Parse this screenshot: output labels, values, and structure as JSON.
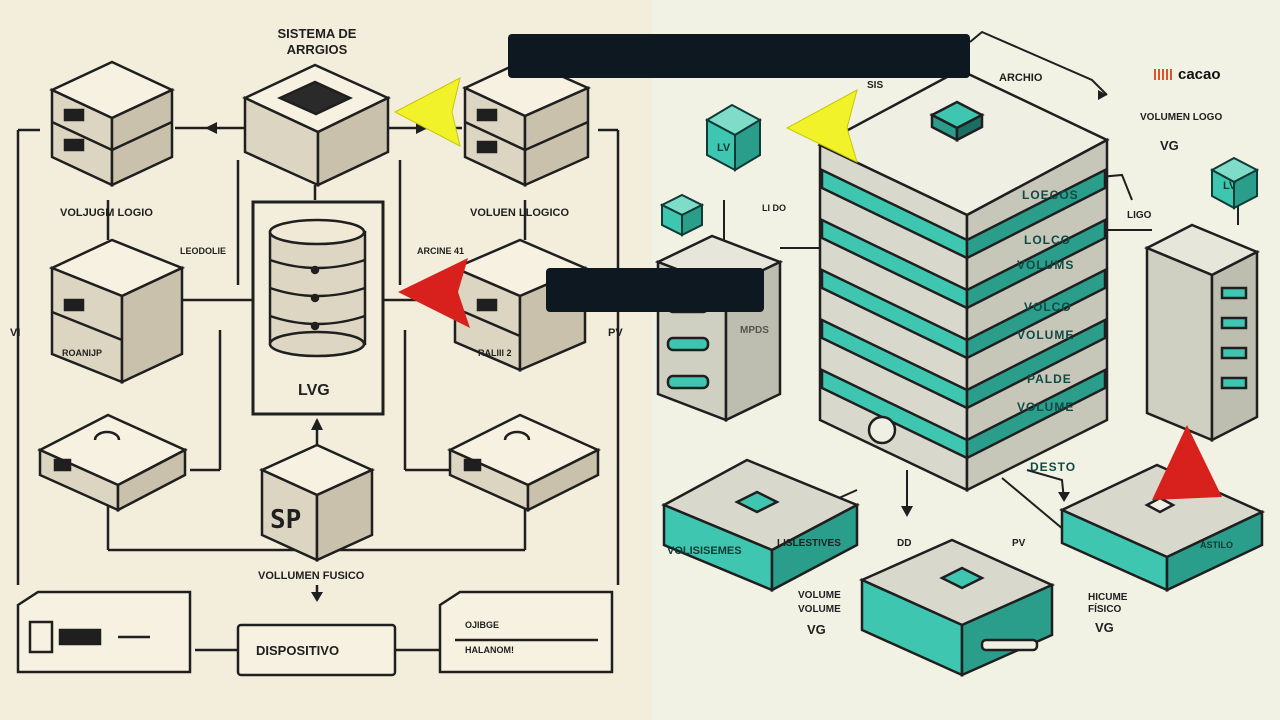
{
  "brand": {
    "logo_text": "cacao"
  },
  "left": {
    "title": "SISTEMA DE ARRGIOS",
    "title_line1": "SISTEMA DE",
    "title_line2": "ARRGIOS",
    "voljugm": "VOLJUGM LOGIO",
    "voluen": "VOLUEN LLOGICO",
    "leodolie": "LEODOLIE",
    "arcline": "ARCINE 41",
    "lvg": "LVG",
    "vi": "VI",
    "pv": "PV",
    "roanijp": "ROANIJP",
    "raliii": "RALIII 2",
    "volumen_fisico": "VOLLUMEN FUSICO",
    "dispositivo": "DISPOSITIVO",
    "objetge": "OJIBGE",
    "halanom": "HALANOM!",
    "sp_glyph": "SP"
  },
  "right": {
    "archio": "ARCHIO",
    "sisio": "SIS",
    "volumen_logo": "VOLUMEN LOGO",
    "vg_top": "VG",
    "lv_left": "LV",
    "lv_right": "LV",
    "li_do": "LI DO",
    "ligo": "LIGO",
    "mpds": "MPDS",
    "stack_labels": [
      "LOECOS",
      "LOLCO",
      "VOLUMS",
      "VOLCO",
      "VOLUME",
      "PALDE",
      "VOLUME",
      "DESTO"
    ],
    "volisisemes": "VOLISISEMES",
    "lislestives": "LISLESTIVES",
    "dd": "DD",
    "pv": "PV",
    "volume1": "VOLUME",
    "volume2": "VOLUME",
    "vg_bottom": "VG",
    "hicume": "HICUME",
    "fisico": "FÍSICO",
    "vg_right": "VG",
    "astillo": "ASTILO"
  },
  "colors": {
    "left_bg": "#f3eedc",
    "right_bg": "#f1f1e4",
    "teal": "#3ec6b0",
    "teal_dark": "#1b6e64",
    "yellow_arrow": "#f2f22a",
    "red_arrow": "#d8211c",
    "censor_bar": "#0d1820"
  }
}
